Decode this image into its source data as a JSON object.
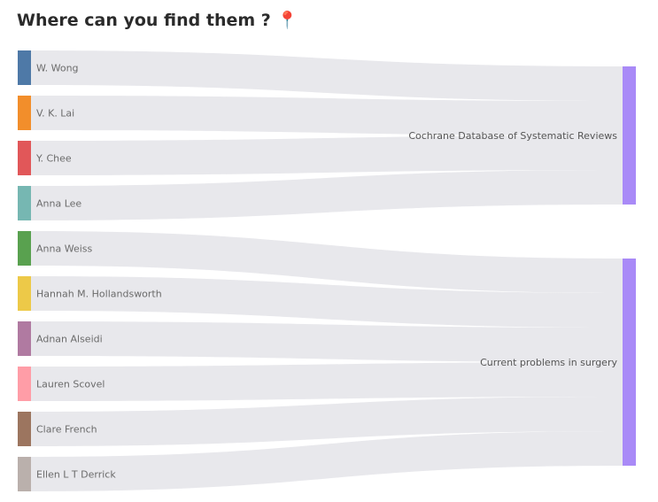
{
  "title": "Where can you find them ?",
  "title_icon": "📍",
  "colors": {
    "link": "#e8e8ec",
    "target": "#a98af7"
  },
  "sources": [
    {
      "name": "W. Wong",
      "color": "#4e79a7",
      "target": 0
    },
    {
      "name": "V. K. Lai",
      "color": "#f28e2b",
      "target": 0
    },
    {
      "name": "Y. Chee",
      "color": "#e15759",
      "target": 0
    },
    {
      "name": "Anna Lee",
      "color": "#76b7b2",
      "target": 0
    },
    {
      "name": "Anna Weiss",
      "color": "#59a14f",
      "target": 1
    },
    {
      "name": "Hannah M. Hollandsworth",
      "color": "#edc948",
      "target": 1
    },
    {
      "name": "Adnan Alseidi",
      "color": "#b07aa1",
      "target": 1
    },
    {
      "name": "Lauren Scovel",
      "color": "#ff9da7",
      "target": 1
    },
    {
      "name": "Clare French",
      "color": "#9c755f",
      "target": 1
    },
    {
      "name": "Ellen L T Derrick",
      "color": "#bab0ac",
      "target": 1
    }
  ],
  "targets": [
    {
      "name": "Cochrane Database of Systematic Reviews"
    },
    {
      "name": "Current problems in surgery"
    }
  ]
}
